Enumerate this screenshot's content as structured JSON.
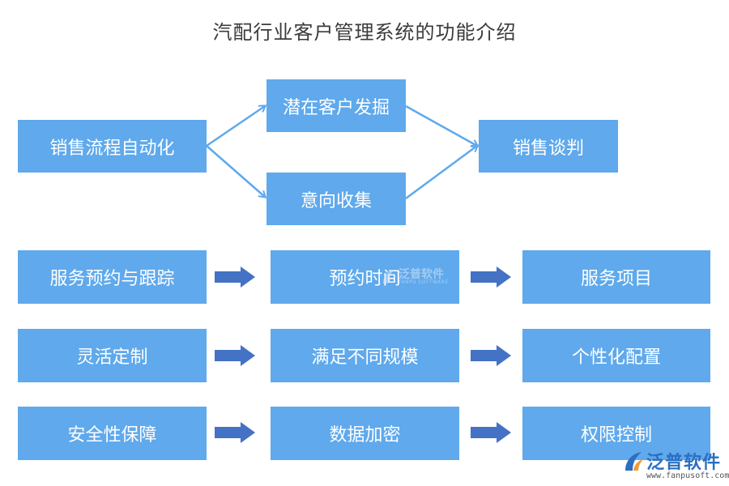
{
  "title": "汽配行业客户管理系统的功能介绍",
  "top_flow": {
    "start": "销售流程自动化",
    "branch_upper": "潜在客户发掘",
    "branch_lower": "意向收集",
    "end": "销售谈判"
  },
  "rows": [
    {
      "left": "服务预约与跟踪",
      "middle": "预约时间",
      "right": "服务项目"
    },
    {
      "left": "灵活定制",
      "middle": "满足不同规模",
      "right": "个性化配置"
    },
    {
      "left": "安全性保障",
      "middle": "数据加密",
      "right": "权限控制"
    }
  ],
  "watermark": {
    "name": "泛普软件",
    "sub": "FANPU SOFTWARE"
  },
  "logo": {
    "name": "泛普软件",
    "url": "www.fanpusoft.com"
  },
  "colors": {
    "box_fill": "#5fa9ec",
    "thin_arrow": "#5fa9ec",
    "fat_arrow": "#4472c4",
    "box_text": "#ffffff",
    "title_text": "#3b3b3b"
  }
}
